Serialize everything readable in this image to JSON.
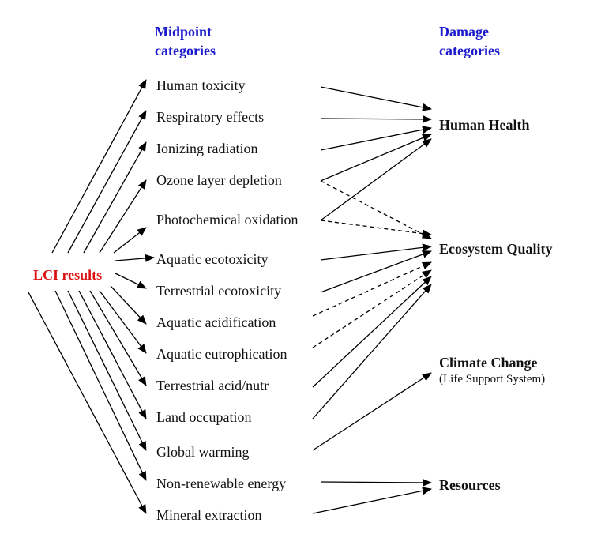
{
  "headers": {
    "midpoint": [
      "Midpoint",
      "categories"
    ],
    "damage": [
      "Damage",
      "categories"
    ]
  },
  "source_label": "LCI results",
  "midpoints": [
    "Human toxicity",
    "Respiratory effects",
    "Ionizing radiation",
    "Ozone layer depletion",
    "Photochemical oxidation",
    "Aquatic ecotoxicity",
    "Terrestrial ecotoxicity",
    "Aquatic acidification",
    "Aquatic eutrophication",
    "Terrestrial acid/nutr",
    "Land occupation",
    "Global warming",
    "Non-renewable energy",
    "Mineral extraction"
  ],
  "damages": {
    "human_health": "Human Health",
    "ecosystem_quality": "Ecosystem Quality",
    "climate_change": "Climate Change",
    "climate_change_note": "(Life Support System)",
    "resources": "Resources"
  },
  "links": [
    {
      "from": 0,
      "to": "human_health",
      "style": "solid"
    },
    {
      "from": 1,
      "to": "human_health",
      "style": "solid"
    },
    {
      "from": 2,
      "to": "human_health",
      "style": "solid"
    },
    {
      "from": 3,
      "to": "human_health",
      "style": "solid"
    },
    {
      "from": 4,
      "to": "human_health",
      "style": "solid"
    },
    {
      "from": 3,
      "to": "ecosystem_quality",
      "style": "dashed"
    },
    {
      "from": 4,
      "to": "ecosystem_quality",
      "style": "dashed"
    },
    {
      "from": 5,
      "to": "ecosystem_quality",
      "style": "solid"
    },
    {
      "from": 6,
      "to": "ecosystem_quality",
      "style": "solid"
    },
    {
      "from": 7,
      "to": "ecosystem_quality",
      "style": "dashed"
    },
    {
      "from": 8,
      "to": "ecosystem_quality",
      "style": "dashed"
    },
    {
      "from": 9,
      "to": "ecosystem_quality",
      "style": "solid"
    },
    {
      "from": 10,
      "to": "ecosystem_quality",
      "style": "solid"
    },
    {
      "from": 11,
      "to": "climate_change",
      "style": "solid"
    },
    {
      "from": 12,
      "to": "resources",
      "style": "solid"
    },
    {
      "from": 13,
      "to": "resources",
      "style": "solid"
    }
  ]
}
